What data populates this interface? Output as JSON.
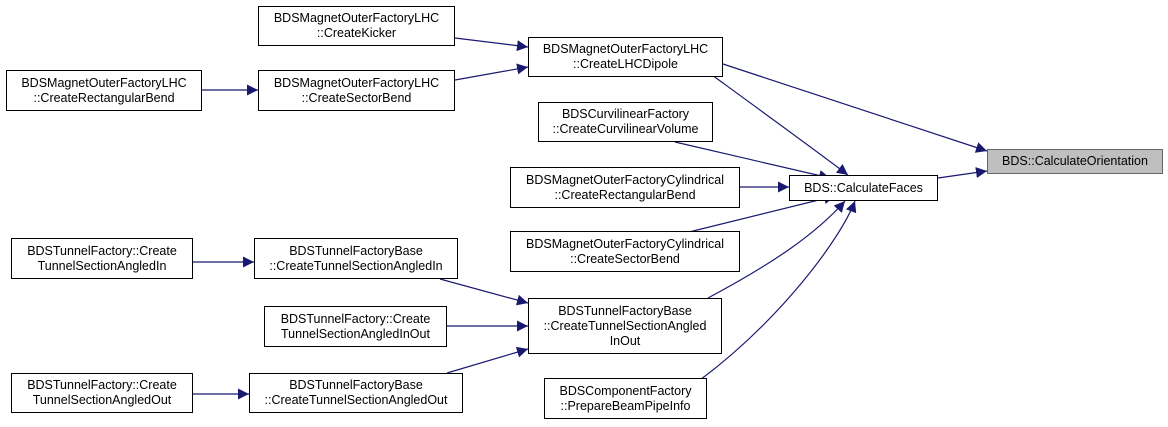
{
  "colors": {
    "edge": "#191970",
    "node_border": "#000000",
    "root_fill": "#bfbfbf",
    "root_border": "#666666"
  },
  "nodes": {
    "calc_orientation": [
      "BDS::CalculateOrientation"
    ],
    "calc_faces": [
      "BDS::CalculateFaces"
    ],
    "lhc_dipole": [
      "BDSMagnetOuterFactoryLHC",
      "::CreateLHCDipole"
    ],
    "lhc_kicker": [
      "BDSMagnetOuterFactoryLHC",
      "::CreateKicker"
    ],
    "lhc_sector_bend": [
      "BDSMagnetOuterFactoryLHC",
      "::CreateSectorBend"
    ],
    "lhc_rect_bend": [
      "BDSMagnetOuterFactoryLHC",
      "::CreateRectangularBend"
    ],
    "curvilinear_volume": [
      "BDSCurvilinearFactory",
      "::CreateCurvilinearVolume"
    ],
    "cyl_rect_bend": [
      "BDSMagnetOuterFactoryCylindrical",
      "::CreateRectangularBend"
    ],
    "cyl_sector_bend": [
      "BDSMagnetOuterFactoryCylindrical",
      "::CreateSectorBend"
    ],
    "tunnel_create_in": [
      "BDSTunnelFactory::Create",
      "TunnelSectionAngledIn"
    ],
    "tunnel_base_in": [
      "BDSTunnelFactoryBase",
      "::CreateTunnelSectionAngledIn"
    ],
    "tunnel_create_inout": [
      "BDSTunnelFactory::Create",
      "TunnelSectionAngledInOut"
    ],
    "tunnel_base_inout": [
      "BDSTunnelFactoryBase",
      "::CreateTunnelSectionAngled",
      "InOut"
    ],
    "tunnel_create_out": [
      "BDSTunnelFactory::Create",
      "TunnelSectionAngledOut"
    ],
    "tunnel_base_out": [
      "BDSTunnelFactoryBase",
      "::CreateTunnelSectionAngledOut"
    ],
    "beam_pipe_info": [
      "BDSComponentFactory",
      "::PrepareBeamPipeInfo"
    ]
  }
}
